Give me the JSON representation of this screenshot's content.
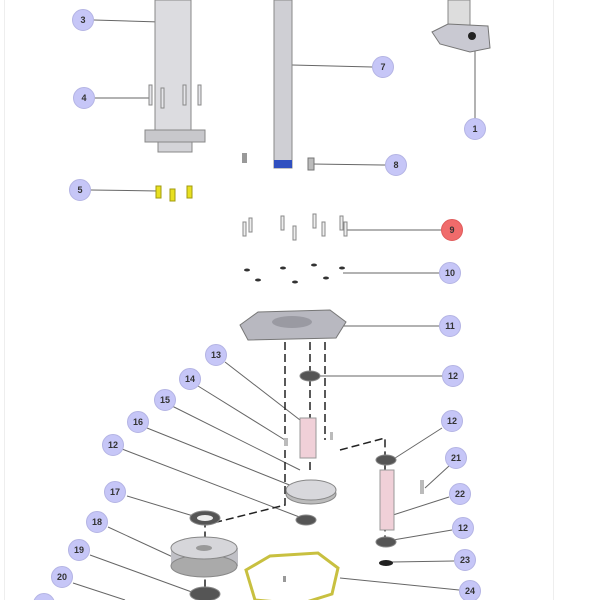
{
  "diagram": {
    "selected_callout": "9",
    "colors": {
      "callout": "#c6c6f7",
      "callout_selected": "#f06b6b",
      "gasket": "#c8c040",
      "pin": "#e8e020"
    },
    "callouts": {
      "c3": "3",
      "c4": "4",
      "c5": "5",
      "c7": "7",
      "c1": "1",
      "c8": "8",
      "c9": "9",
      "c10": "10",
      "c11": "11",
      "c12a": "12",
      "c13": "13",
      "c14": "14",
      "c15": "15",
      "c16": "16",
      "c12b": "12",
      "c12c": "12",
      "c21": "21",
      "c22": "22",
      "c12d": "12",
      "c17": "17",
      "c18": "18",
      "c19": "19",
      "c20": "20",
      "c23": "23",
      "c24": "24"
    }
  }
}
